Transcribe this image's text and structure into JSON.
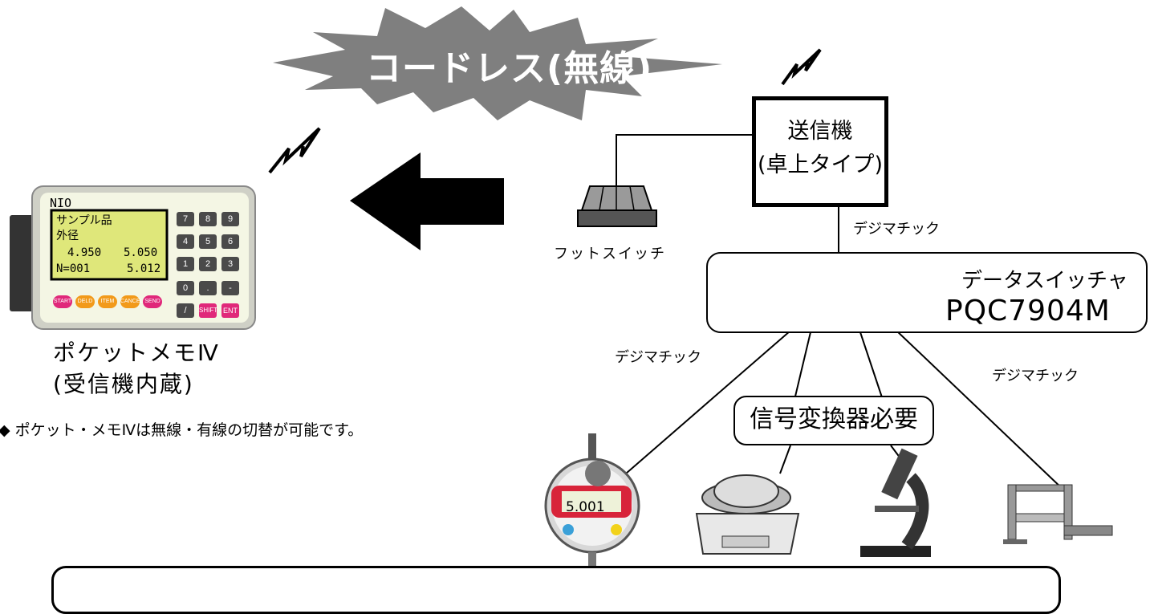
{
  "banner": {
    "label": "コードレス(無線)"
  },
  "transmitter": {
    "line1": "送信機",
    "line2": "(卓上タイプ)"
  },
  "foot_switch": {
    "label": "フットスイッチ"
  },
  "cable_labels": {
    "top": "デジマチック",
    "left": "デジマチック",
    "right": "デジマチック"
  },
  "data_switcher": {
    "name": "データスイッチャ",
    "model": "PQC7904M"
  },
  "converter": {
    "label": "信号変換器必要"
  },
  "pocket_memo": {
    "name": "ポケットメモⅣ",
    "subtitle": "(受信機内蔵)",
    "brand": "NIO",
    "lcd": {
      "line1": "サンプル品",
      "line2": "外径",
      "lower": "4.950",
      "upper": "5.050",
      "n_label": "N=001",
      "reading": "5.012"
    },
    "keys": [
      "7",
      "8",
      "9",
      "4",
      "5",
      "6",
      "1",
      "2",
      "3",
      "0",
      ".",
      "-",
      "/",
      "SHIFT",
      "ENT"
    ],
    "fkeys": [
      "START",
      "DELD",
      "ITEM",
      "CANCEL",
      "SEND"
    ]
  },
  "note": "◆ ポケット・メモⅣは無線・有線の切替が可能です。",
  "indicator": {
    "reading": "5.001"
  },
  "colors": {
    "arrow": "#000000",
    "burst": "#7f7f7f",
    "pocket_body": "#f4f6e4",
    "lcd": "#dfe77a",
    "fkey": "#e0287a",
    "switch_body": "#e6e0d0",
    "switch_knob": "#1f4e96",
    "dial_face": "#d8243a"
  }
}
